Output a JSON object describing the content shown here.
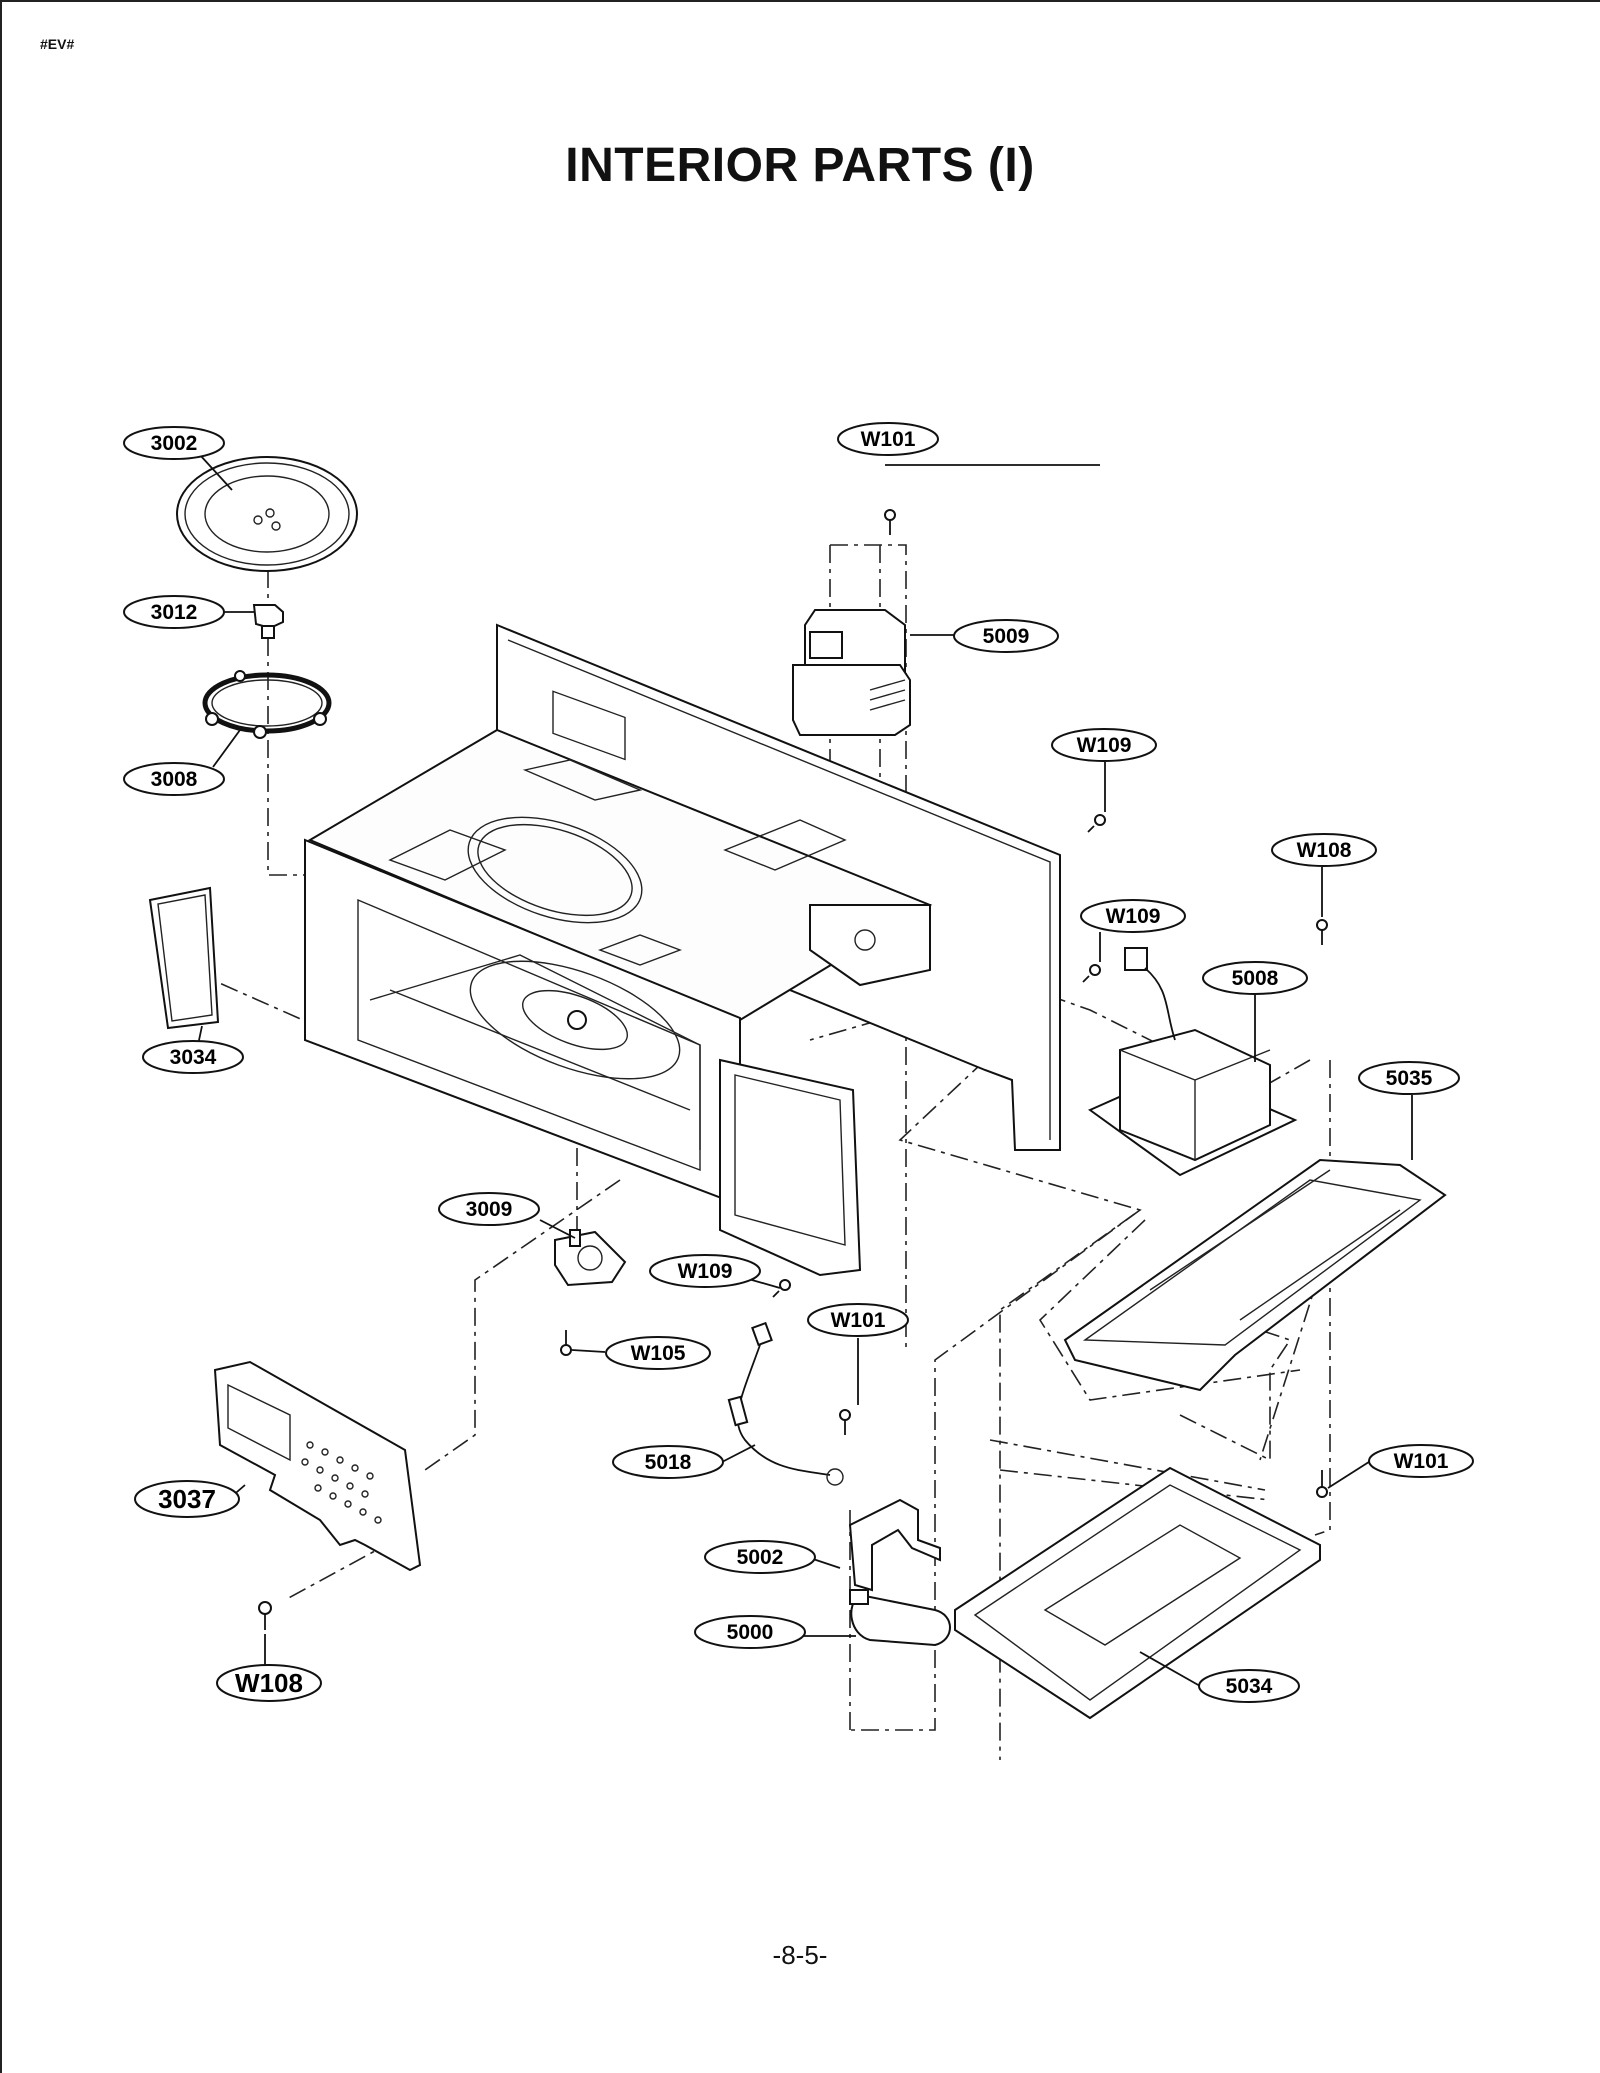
{
  "header": {
    "tag": "#EV#",
    "title": "INTERIOR PARTS (I)"
  },
  "footer": {
    "page_number": "-8-5-"
  },
  "callouts": [
    {
      "id": "c3002",
      "label": "3002"
    },
    {
      "id": "c3012",
      "label": "3012"
    },
    {
      "id": "c3008",
      "label": "3008"
    },
    {
      "id": "c3034",
      "label": "3034"
    },
    {
      "id": "c3009",
      "label": "3009"
    },
    {
      "id": "c3037",
      "label": "3037"
    },
    {
      "id": "cW108a",
      "label": "W108"
    },
    {
      "id": "cW105",
      "label": "W105"
    },
    {
      "id": "cW109a",
      "label": "W109"
    },
    {
      "id": "c5018",
      "label": "5018"
    },
    {
      "id": "cW101a",
      "label": "W101"
    },
    {
      "id": "c5002",
      "label": "5002"
    },
    {
      "id": "c5000",
      "label": "5000"
    },
    {
      "id": "c5034",
      "label": "5034"
    },
    {
      "id": "cW101b",
      "label": "W101"
    },
    {
      "id": "c5009",
      "label": "5009"
    },
    {
      "id": "cW109b",
      "label": "W109"
    },
    {
      "id": "cW109c",
      "label": "W109"
    },
    {
      "id": "cW108b",
      "label": "W108"
    },
    {
      "id": "c5008",
      "label": "5008"
    },
    {
      "id": "c5035",
      "label": "5035"
    },
    {
      "id": "cW101c",
      "label": "W101"
    }
  ]
}
